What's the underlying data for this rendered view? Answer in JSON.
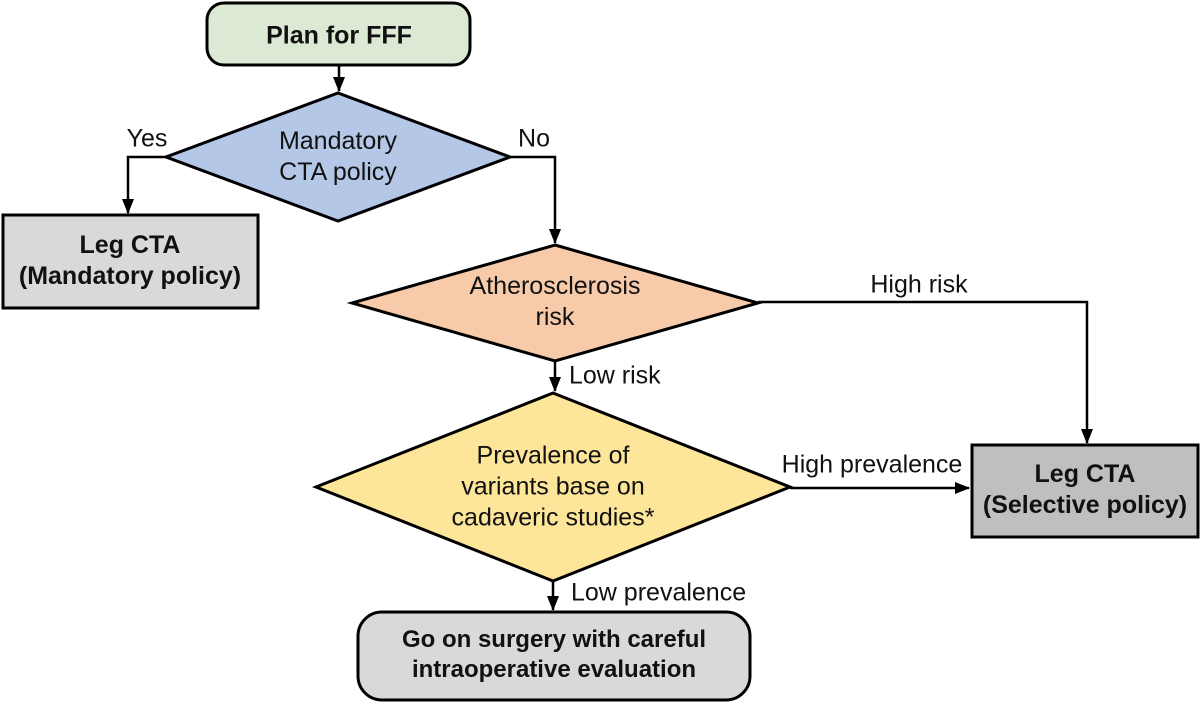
{
  "nodes": {
    "plan": {
      "type": "start",
      "lines": [
        "Plan for FFF"
      ],
      "fill": "#dcead5"
    },
    "mandatory_cta": {
      "type": "decision",
      "lines": [
        "Mandatory",
        "CTA policy"
      ],
      "fill": "#b4c7e7"
    },
    "leg_cta_mandatory": {
      "type": "process",
      "lines": [
        "Leg CTA",
        "(Mandatory policy)"
      ],
      "fill": "#d9d9d9"
    },
    "atherosclerosis_risk": {
      "type": "decision",
      "lines": [
        "Atherosclerosis",
        "risk"
      ],
      "fill": "#f7cba9"
    },
    "variant_prevalence": {
      "type": "decision",
      "lines": [
        "Prevalence of",
        "variants base on",
        "cadaveric studies*"
      ],
      "fill": "#fde59a"
    },
    "leg_cta_selective": {
      "type": "process",
      "lines": [
        "Leg CTA",
        "(Selective policy)"
      ],
      "fill": "#bfbfbf"
    },
    "surgery": {
      "type": "terminal",
      "lines": [
        "Go on surgery with careful",
        "intraoperative evaluation"
      ],
      "fill": "#d9d9d9"
    }
  },
  "edge_labels": {
    "yes": "Yes",
    "no": "No",
    "high_risk": "High risk",
    "low_risk": "Low risk",
    "high_prevalence": "High prevalence",
    "low_prevalence": "Low prevalence"
  },
  "colors": {
    "line": "#000000",
    "text": "#111111",
    "background": "#ffffff"
  }
}
